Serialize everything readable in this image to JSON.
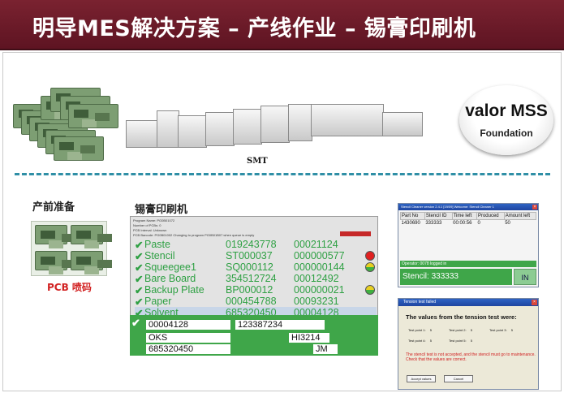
{
  "header": {
    "title": "明导MES解决方案 – 产线作业 – 锡膏印刷机"
  },
  "diagram": {
    "smt_label": "SMT",
    "logo": {
      "line1": "valor MSS",
      "line2": "Foundation"
    }
  },
  "sections": {
    "pre_production": "产前准备",
    "pcb_caption": "PCB 喷码",
    "printer_title": "锡膏印刷机"
  },
  "printer_panel": {
    "header_lines": [
      {
        "label": "Program Name:",
        "value": "PG0B01072"
      },
      {
        "label": "Number of PCBs:",
        "value": "0"
      },
      {
        "label": "PCB Interval:",
        "value": "Unknown"
      },
      {
        "label": "PCB Barcode:",
        "value": "PG0B01002 Changing to program PG0B01B07 when queue is empty"
      }
    ],
    "rows": [
      {
        "name": "Paste",
        "id": "019243778",
        "qty": "00021124",
        "indicator": ""
      },
      {
        "name": "Stencil",
        "id": "ST000037",
        "qty": "000000577",
        "indicator": "red"
      },
      {
        "name": "Squeegee1",
        "id": "SQ000112",
        "qty": "000000144",
        "indicator": "green-yellow"
      },
      {
        "name": "Bare Board",
        "id": "354512724",
        "qty": "00012492",
        "indicator": ""
      },
      {
        "name": "Backup Plate",
        "id": "BP000012",
        "qty": "000000021",
        "indicator": "green-yellow"
      },
      {
        "name": "Paper",
        "id": "000454788",
        "qty": "00093231",
        "indicator": ""
      },
      {
        "name": "Solvent",
        "id": "685320450",
        "qty": "00004128",
        "indicator": ""
      }
    ],
    "fields": {
      "f1": "00004128",
      "f2": "123387234",
      "f3": "OKS",
      "f4": "HI3214",
      "f5": "685320450",
      "f6": "JM"
    }
  },
  "stencil_window": {
    "title": "Stencil Cleaner version 2.4.1 [19/09] Welcome: Stencil Cleaner 1",
    "columns": [
      "Part No",
      "Stencil ID",
      "Time left",
      "Produced",
      "Amount left"
    ],
    "rows": [
      [
        "1430690",
        "333333",
        "00:00:56",
        "0",
        "50"
      ]
    ],
    "operator_text": "Operator: 0078 logged in",
    "stencil_text": "Stencil: 333333",
    "in_button": "IN"
  },
  "tension_window": {
    "title": "Tension test failed",
    "heading": "The values from the tension test were:",
    "points": [
      {
        "label": "Test point 1:",
        "value": "5"
      },
      {
        "label": "Test point 2:",
        "value": "5"
      },
      {
        "label": "Test point 3:",
        "value": "5"
      },
      {
        "label": "Test point 4:",
        "value": "5"
      },
      {
        "label": "Test point 5:",
        "value": "5"
      }
    ],
    "warning": "The stencil test is not accepted, and the stencil must go to maintenance. Check that the values are correct.",
    "accept_button": "Accept values",
    "cancel_button": "Cancel"
  },
  "colors": {
    "title_bar": "#6b1a2a",
    "accent_green": "#3fa649",
    "dash": "#2f8fa6",
    "warning_red": "#d02020"
  }
}
